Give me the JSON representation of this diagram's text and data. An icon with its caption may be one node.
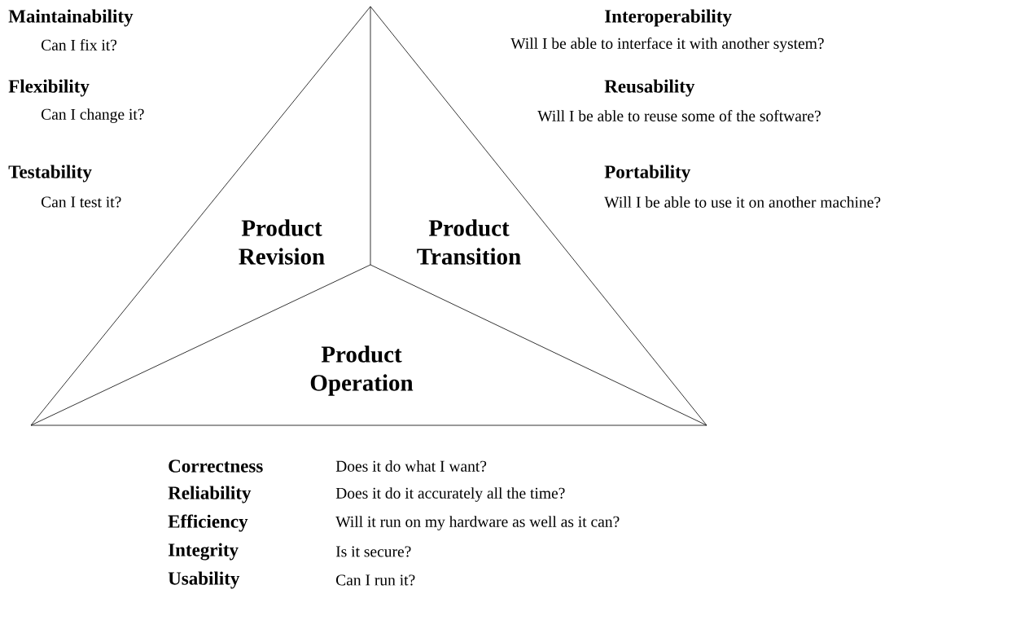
{
  "diagram": {
    "nodes": [
      {
        "text": [
          "Product Revision"
        ]
      },
      {
        "text": [
          "Product Transition"
        ]
      },
      {
        "text": [
          "Product Operation"
        ]
      }
    ],
    "labels": [
      "Maintainability",
      "Can I fix it?",
      "Interoperability",
      "Will I be able to interface it with another system?",
      "Flexibility",
      "Can I change it?",
      "Reusability",
      "Will I be able to reuse some of the software?",
      "Testability",
      "Can I test it?",
      "Portability",
      "Will I be able to use it on another machine?",
      "Correctness",
      "Does it do what I want?",
      "Reliability",
      "Does it do it accurately all the time?",
      "Efficiency",
      "Will it run on my hardware as well as it can?",
      "Integrity",
      "Is it secure?",
      "Usability",
      "Can I run it?"
    ]
  }
}
